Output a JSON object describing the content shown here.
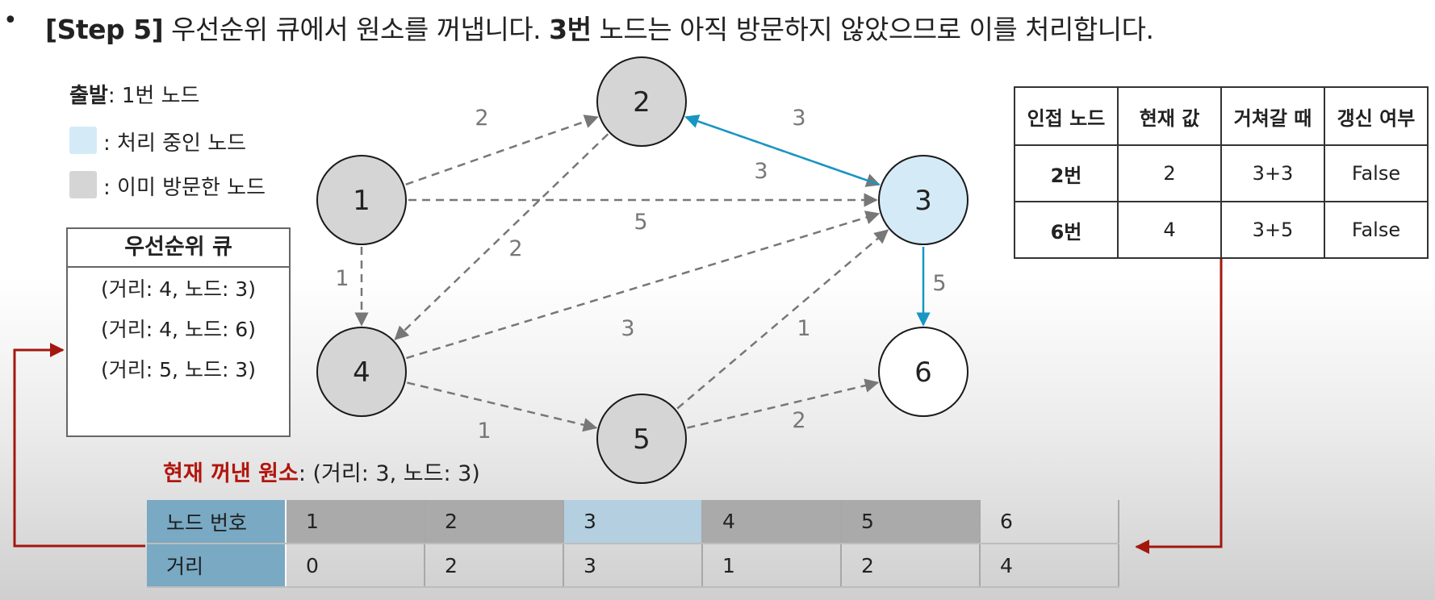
{
  "header": {
    "bullet": "•",
    "step_bold": "[Step 5]",
    "text1": " 우선순위 큐에서 원소를 꺼냅니다. ",
    "node_bold": "3번",
    "text2": " 노드는 아직 방문하지 않았으므로 이를 처리합니다."
  },
  "legend": {
    "start_label": "출발",
    "start_value": ": 1번 노드",
    "processing_label": ": 처리 중인 노드",
    "visited_label": ": 이미 방문한 노드"
  },
  "colors": {
    "processing": "#d4ebf7",
    "visited": "#d5d5d6",
    "unvisited": "#ffffff",
    "highlight_edge": "#1796c4",
    "dashed_edge": "#777777",
    "arrow_red": "#a3170f",
    "current_label": "#b1160e"
  },
  "priority_queue": {
    "title": "우선순위 큐",
    "items": [
      "(거리: 4, 노드: 3)",
      "(거리: 4, 노드: 6)",
      "(거리: 5, 노드: 3)"
    ]
  },
  "graph": {
    "nodes": [
      {
        "id": "1",
        "state": "visited"
      },
      {
        "id": "2",
        "state": "visited"
      },
      {
        "id": "3",
        "state": "processing"
      },
      {
        "id": "4",
        "state": "visited"
      },
      {
        "id": "5",
        "state": "visited"
      },
      {
        "id": "6",
        "state": "unvisited"
      }
    ],
    "edges": [
      {
        "from": "1",
        "to": "2",
        "weight": "2",
        "style": "dashed"
      },
      {
        "from": "1",
        "to": "3",
        "weight": "5",
        "style": "dashed"
      },
      {
        "from": "1",
        "to": "4",
        "weight": "1",
        "style": "dashed"
      },
      {
        "from": "2",
        "to": "3",
        "weight": "3",
        "style": "dashed"
      },
      {
        "from": "2",
        "to": "4",
        "weight": "2",
        "style": "dashed"
      },
      {
        "from": "3",
        "to": "2",
        "weight": "3",
        "style": "highlight"
      },
      {
        "from": "3",
        "to": "6",
        "weight": "5",
        "style": "highlight"
      },
      {
        "from": "4",
        "to": "3",
        "weight": "3",
        "style": "dashed"
      },
      {
        "from": "4",
        "to": "5",
        "weight": "1",
        "style": "dashed"
      },
      {
        "from": "5",
        "to": "3",
        "weight": "1",
        "style": "dashed"
      },
      {
        "from": "5",
        "to": "6",
        "weight": "2",
        "style": "dashed"
      }
    ]
  },
  "adjacency_table": {
    "headers": [
      "인접 노드",
      "현재 값",
      "거쳐갈 때",
      "갱신 여부"
    ],
    "rows": [
      [
        "2번",
        "2",
        "3+3",
        "False"
      ],
      [
        "6번",
        "4",
        "3+5",
        "False"
      ]
    ]
  },
  "current_element": {
    "label": "현재 꺼낸 원소",
    "value": ": (거리: 3, 노드: 3)"
  },
  "distance_table": {
    "row_labels": [
      "노드 번호",
      "거리"
    ],
    "nodes": [
      "1",
      "2",
      "3",
      "4",
      "5",
      "6"
    ],
    "distances": [
      "0",
      "2",
      "3",
      "1",
      "2",
      "4"
    ]
  }
}
